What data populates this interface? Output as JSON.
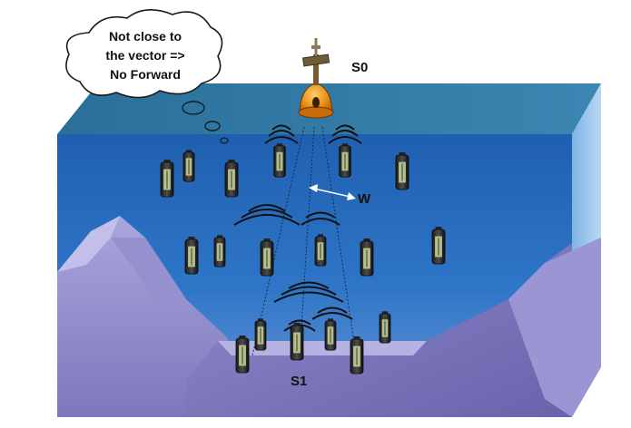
{
  "thought_bubble": {
    "line1": "Not close to",
    "line2": "the vector =>",
    "line3": "No Forward"
  },
  "labels": {
    "source_node": "S0",
    "sink_node": "S1",
    "pipe_width": "W"
  }
}
